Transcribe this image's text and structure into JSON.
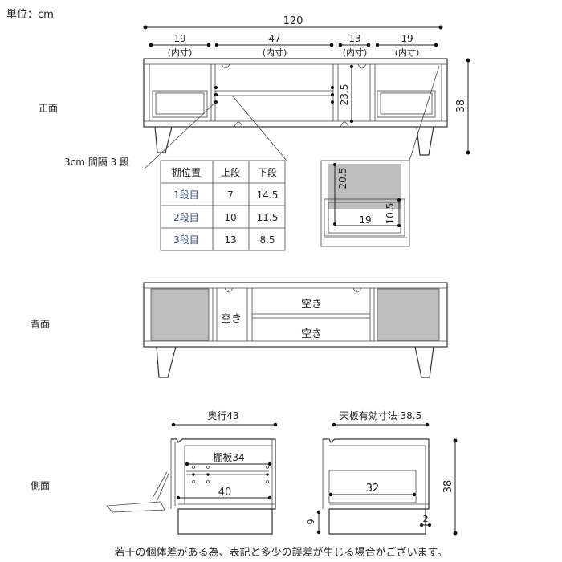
{
  "unit_label": "単位：cm",
  "front": {
    "label": "正面",
    "total_width": "120",
    "inner_widths": [
      "19",
      "47",
      "13",
      "19"
    ],
    "inner_note": "(内寸)",
    "inner_height": "23.5",
    "height": "38",
    "shelf_note": "3cm 間隔 3 段"
  },
  "shelf_table": {
    "headers": [
      "棚位置",
      "上段",
      "下段"
    ],
    "rows": [
      [
        "1段目",
        "7",
        "14.5"
      ],
      [
        "2段目",
        "10",
        "11.5"
      ],
      [
        "3段目",
        "13",
        "8.5"
      ]
    ]
  },
  "detail": {
    "height": "20.5",
    "width": "19",
    "door_height": "10.5"
  },
  "back": {
    "label": "背面",
    "open_label": "空き"
  },
  "side": {
    "label": "側面",
    "depth": "奥行43",
    "shelf": "棚板34",
    "inner_depth": "40",
    "top_effective": "天板有効寸法 38.5",
    "drawer_depth": "32",
    "height": "38",
    "leg": "9",
    "gap": "2"
  },
  "footnote": "若干の個体差がある為、表記と多少の誤差が生じる場合がございます。",
  "colors": {
    "table_label": "#3a4c78",
    "panel_gray": "#bdbdbd"
  }
}
